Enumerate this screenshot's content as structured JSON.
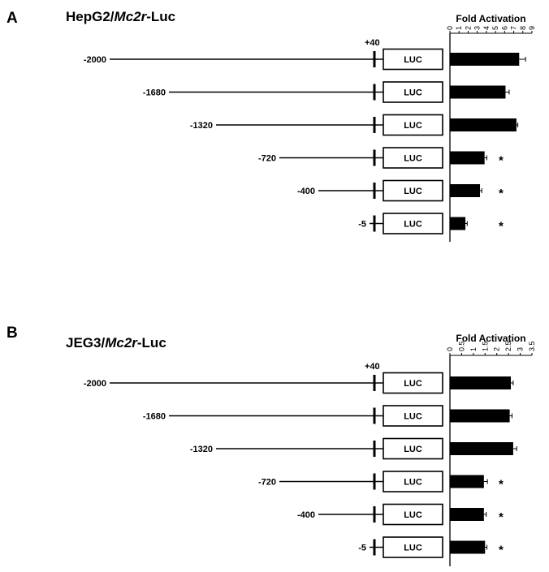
{
  "figure": {
    "width": 676,
    "height": 705
  },
  "chart_data": [
    {
      "panel_letter": "A",
      "title_prefix": "HepG2/",
      "title_italic": "Mc2r",
      "title_suffix": "-Luc",
      "type": "bar",
      "orientation": "horizontal",
      "xlabel": "Fold Activation",
      "xlim": [
        0,
        9
      ],
      "xticks": [
        "0",
        "1",
        "2",
        "3",
        "4",
        "5",
        "6",
        "7",
        "8",
        "9"
      ],
      "tss_label": "+40",
      "reporter_label": "LUC",
      "categories": [
        "-2000",
        "-1680",
        "-1320",
        "-720",
        "-400",
        "-5"
      ],
      "values": [
        7.6,
        6.1,
        7.3,
        3.8,
        3.3,
        1.7
      ],
      "errors": [
        0.7,
        0.4,
        0.15,
        0.25,
        0.2,
        0.2
      ],
      "significance": [
        "",
        "",
        "",
        "*",
        "*",
        "*"
      ]
    },
    {
      "panel_letter": "B",
      "title_prefix": "JEG3/",
      "title_italic": "Mc2r",
      "title_suffix": "-Luc",
      "type": "bar",
      "orientation": "horizontal",
      "xlabel": "Fold Activation",
      "xlim": [
        0,
        3.5
      ],
      "xticks": [
        "0",
        "0.5",
        "1",
        "1.5",
        "2",
        "2.5",
        "3",
        "3.5"
      ],
      "tss_label": "+40",
      "reporter_label": "LUC",
      "categories": [
        "-2000",
        "-1680",
        "-1320",
        "-720",
        "-400",
        "-5"
      ],
      "values": [
        2.6,
        2.55,
        2.7,
        1.45,
        1.45,
        1.5
      ],
      "errors": [
        0.1,
        0.1,
        0.15,
        0.15,
        0.1,
        0.08
      ],
      "significance": [
        "",
        "",
        "",
        "*",
        "*",
        "*"
      ]
    }
  ]
}
